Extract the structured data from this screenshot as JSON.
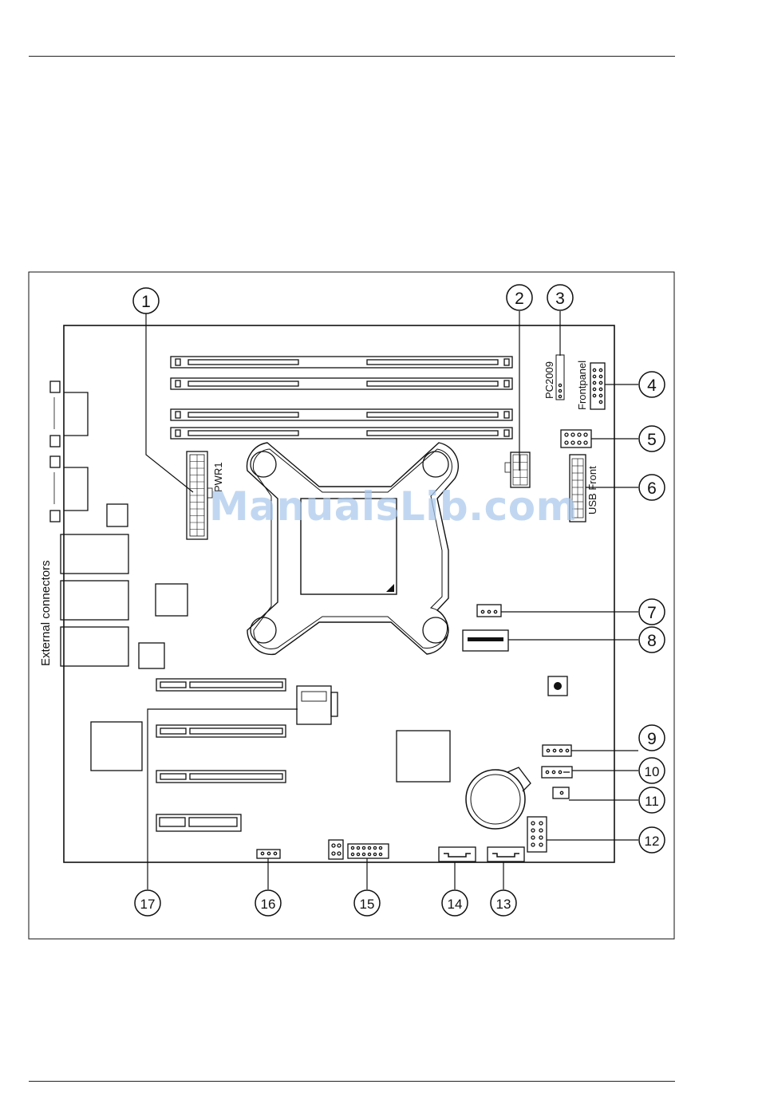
{
  "labels": {
    "pwr1": "PWR1",
    "pc2009": "PC2009",
    "frontpanel": "Frontpanel",
    "usb_front": "USB Front",
    "external_connectors": "External connectors"
  },
  "callouts": [
    "1",
    "2",
    "3",
    "4",
    "5",
    "6",
    "7",
    "8",
    "9",
    "10",
    "11",
    "12",
    "13",
    "14",
    "15",
    "16",
    "17"
  ],
  "watermark": "ManualsLib.com"
}
